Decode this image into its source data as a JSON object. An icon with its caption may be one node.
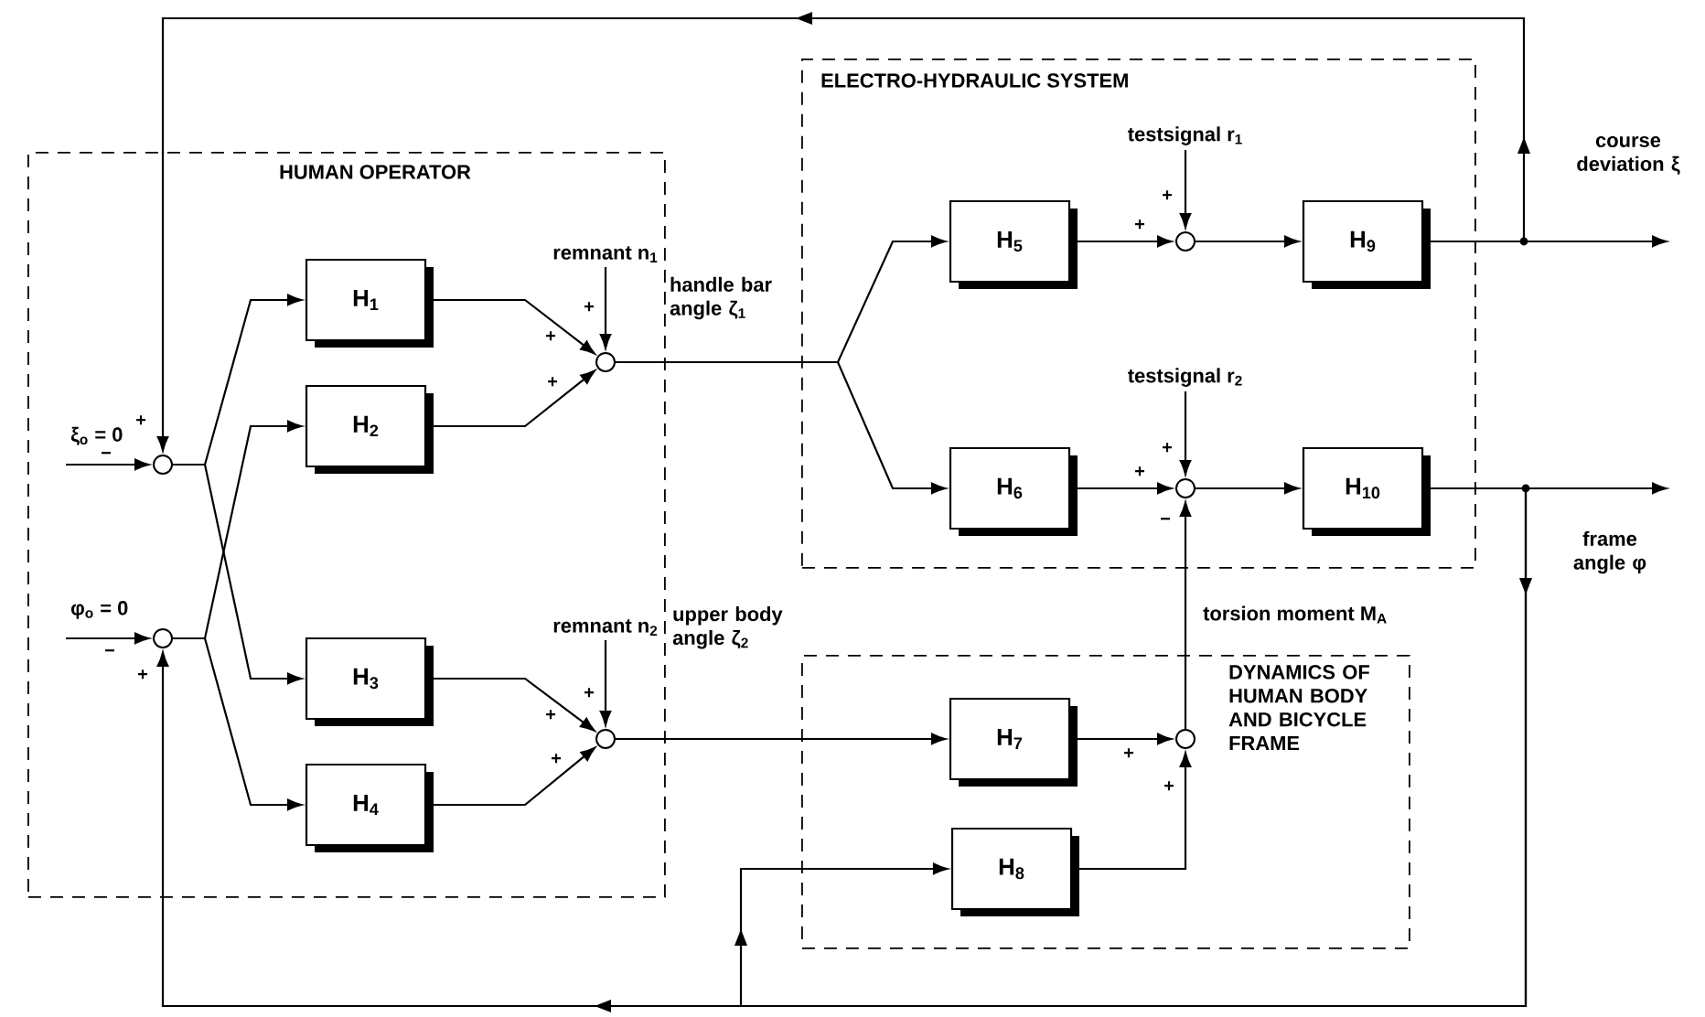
{
  "diagram": {
    "nodes": [
      {
        "text": [
          "HUMAN OPERATOR"
        ]
      },
      {
        "text": [
          "ξ$_{o}$ = 0"
        ],
        "in": 0
      },
      {
        "text": [
          "φ$_{o}$ = 0"
        ],
        "in": 0
      },
      {
        "text": [],
        "shape": "circle",
        "in": 0
      },
      {
        "text": [],
        "shape": "circle",
        "in": 0
      },
      {
        "text": [
          "H$_{1}$"
        ],
        "in": 0
      },
      {
        "text": [
          "H$_{2}$"
        ],
        "in": 0
      },
      {
        "text": [
          "H$_{3}$"
        ],
        "in": 0
      },
      {
        "text": [
          "H$_{4}$"
        ],
        "in": 0
      },
      {
        "text": [
          "remnant n$_{1}$"
        ],
        "in": 0
      },
      {
        "text": [],
        "shape": "circle",
        "in": 0
      },
      {
        "text": [
          "remnant n$_{2}$"
        ],
        "in": 0
      },
      {
        "text": [],
        "shape": "circle",
        "in": 0
      },
      {
        "text": [
          "ELECTRO-HYDRAULIC SYSTEM"
        ]
      },
      {
        "text": [
          "H$_{5}$"
        ],
        "in": 13
      },
      {
        "text": [
          "testsignal r$_{1}$"
        ],
        "in": 13
      },
      {
        "text": [],
        "shape": "circle",
        "in": 13
      },
      {
        "text": [
          "H$_{9}$"
        ],
        "in": 13
      },
      {
        "text": [
          "H$_{6}$"
        ],
        "in": 13
      },
      {
        "text": [
          "testsignal r$_{2}$"
        ],
        "in": 13
      },
      {
        "text": [],
        "shape": "circle",
        "in": 13
      },
      {
        "text": [
          "H$_{10}$"
        ],
        "in": 13
      },
      {
        "text": [
          "DYNAMICS OF HUMAN BODY AND BICYCLE FRAME"
        ]
      },
      {
        "text": [
          "H$_{7}$"
        ],
        "in": 22
      },
      {
        "text": [],
        "shape": "circle",
        "in": 22
      },
      {
        "text": [
          "H$_{8}$"
        ],
        "in": 22
      }
    ],
    "edges": [
      {
        "from": 1,
        "to": 3,
        "arrow": "to"
      },
      {
        "from": 2,
        "to": 4,
        "arrow": "to"
      },
      {
        "from": 3,
        "to": 5,
        "arrow": "to"
      },
      {
        "from": 3,
        "to": 7,
        "arrow": "to"
      },
      {
        "from": 4,
        "to": 6,
        "arrow": "to"
      },
      {
        "from": 4,
        "to": 8,
        "arrow": "to"
      },
      {
        "from": 5,
        "to": 10,
        "arrow": "to"
      },
      {
        "from": 6,
        "to": 10,
        "arrow": "to"
      },
      {
        "from": 9,
        "to": 10,
        "arrow": "to"
      },
      {
        "from": 7,
        "to": 12,
        "arrow": "to"
      },
      {
        "from": 8,
        "to": 12,
        "arrow": "to"
      },
      {
        "from": 11,
        "to": 12,
        "arrow": "to"
      },
      {
        "from": 10,
        "to": 14,
        "arrow": "to",
        "label": "handle bar angle ζ$_{1}$"
      },
      {
        "from": 10,
        "to": 18,
        "arrow": "to"
      },
      {
        "from": 12,
        "to": 23,
        "arrow": "to",
        "label": "upper body angle ζ$_{2}$"
      },
      {
        "from": 14,
        "to": 16,
        "arrow": "to"
      },
      {
        "from": 15,
        "to": 16,
        "arrow": "to"
      },
      {
        "from": 16,
        "to": 17,
        "arrow": "to"
      },
      {
        "from": 18,
        "to": 20,
        "arrow": "to"
      },
      {
        "from": 19,
        "to": 20,
        "arrow": "to"
      },
      {
        "from": 20,
        "to": 21,
        "arrow": "to"
      },
      {
        "from": 23,
        "to": 24,
        "arrow": "to"
      },
      {
        "from": 25,
        "to": 24,
        "arrow": "to"
      },
      {
        "from": 24,
        "to": 20,
        "arrow": "to",
        "label": "torsion moment M$_{A}$"
      },
      {
        "from": 17,
        "to": null,
        "arrow": "to"
      },
      {
        "from": 17,
        "to": 3,
        "arrow": "to"
      },
      {
        "from": 21,
        "to": null,
        "arrow": "to"
      },
      {
        "from": 21,
        "to": 4,
        "arrow": "to"
      },
      {
        "from": 21,
        "to": 25,
        "arrow": "to"
      }
    ],
    "labels": [
      "course deviation ξ",
      "+",
      "+",
      "+",
      "−",
      "+",
      "+",
      "+",
      "+",
      "+",
      "−",
      "frame angle φ",
      "−",
      "+",
      "+",
      "+",
      "+",
      "+",
      "+"
    ]
  }
}
